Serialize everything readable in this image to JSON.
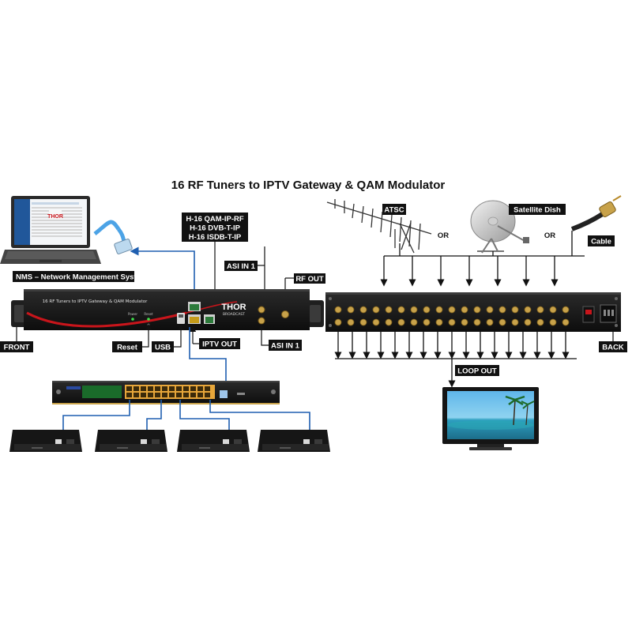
{
  "title": "16 RF Tuners to IPTV Gateway & QAM Modulator",
  "labels": {
    "nms": "NMS – Network Management System",
    "models": [
      "H-16 QAM-IP-RF",
      "H-16 DVB-T-IP",
      "H-16 ISDB-T-IP"
    ],
    "asi_in_top": "ASI IN 1",
    "rf_out": "RF OUT",
    "front": "FRONT",
    "reset": "Reset",
    "usb": "USB",
    "iptv_out": "IPTV OUT",
    "asi_in_bottom": "ASI IN 1",
    "atsc": "ATSC",
    "satellite": "Satellite Dish",
    "cable": "Cable",
    "or_1": "OR",
    "or_2": "OR",
    "back": "BACK",
    "loop_out": "LOOP OUT"
  },
  "device": {
    "front_panel_caption": "16 RF Tuners to IPTV Gateway & QAM Modulator",
    "logo": "THOR",
    "logo_sub": "BROADCAST"
  },
  "colors": {
    "tag_bg": "#111111",
    "cable_blue": "#1f5fb0",
    "accent_red": "#c8151b",
    "chassis": "#1a1a1a"
  }
}
